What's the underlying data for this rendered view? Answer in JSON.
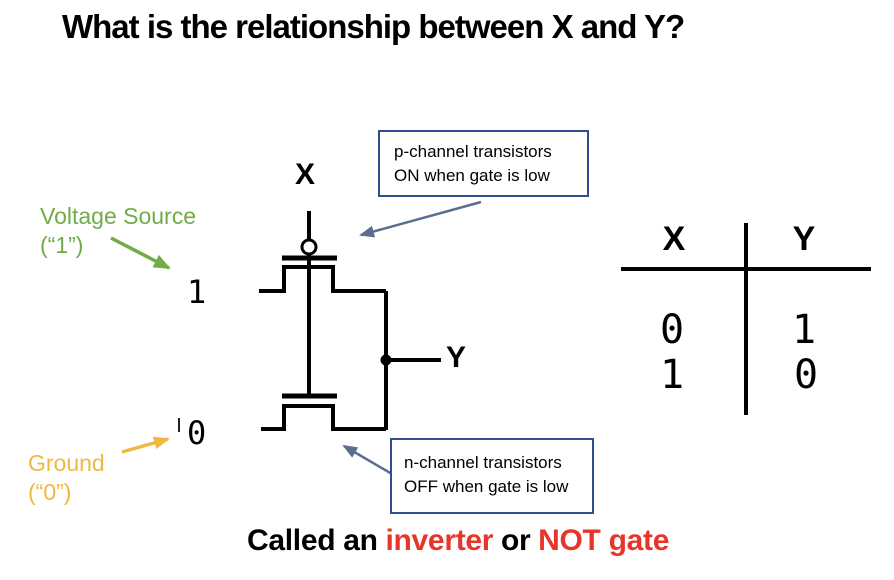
{
  "title": "What is the relationship between X and Y?",
  "colors": {
    "ink": "#000000",
    "green": "#70AD47",
    "gold": "#F0B843",
    "red": "#E8352B",
    "callout_border": "#2F4E90",
    "callout_arrow": "#5B6E8E"
  },
  "rails": {
    "voltage_source": {
      "line1": "Voltage Source",
      "line2": "(“1”)",
      "value": "1"
    },
    "ground": {
      "line1": "Ground",
      "line2": "(“0”)",
      "value": "0"
    }
  },
  "circuit": {
    "input_label": "X",
    "output_label": "Y"
  },
  "callouts": {
    "p_channel": {
      "line1": "p-channel transistors",
      "line2": "ON when gate is low"
    },
    "n_channel": {
      "line1": "n-channel transistors",
      "line2": "OFF when gate is low"
    }
  },
  "truth_table": {
    "headers": [
      "X",
      "Y"
    ],
    "rows": [
      [
        "0",
        "1"
      ],
      [
        "1",
        "0"
      ]
    ]
  },
  "caption": {
    "part1": "Called an",
    "inverter": "inverter",
    "part2": "or",
    "notgate": "NOT gate"
  }
}
